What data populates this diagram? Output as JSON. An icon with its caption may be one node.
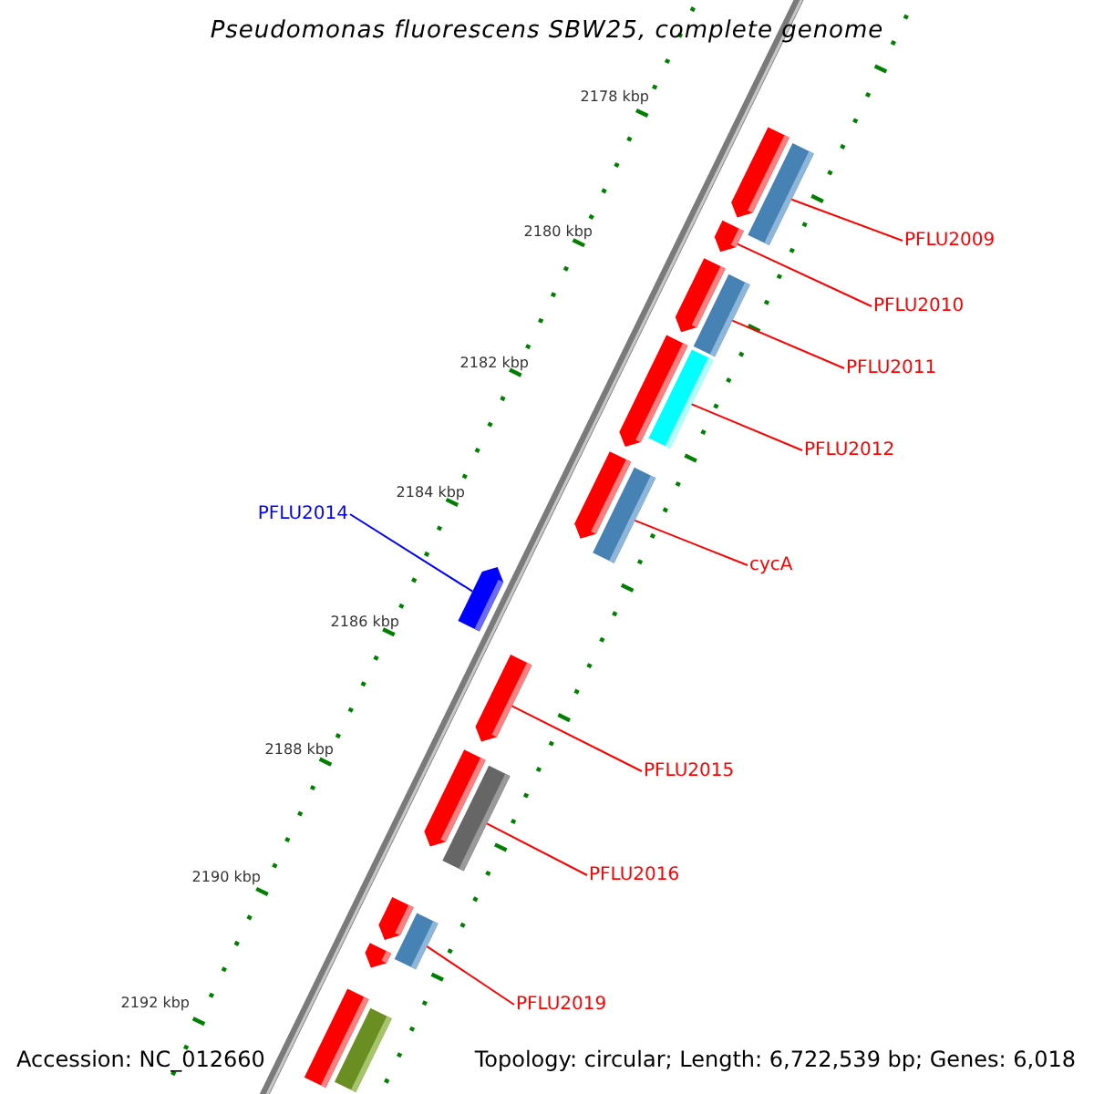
{
  "diagram": {
    "title": "Pseudomonas fluorescens SBW25, complete genome",
    "nodes": [
      {
        "text": [],
        "shape": "bar"
      },
      {
        "text": [],
        "shape": "bar"
      },
      {
        "text": [],
        "shape": "bar"
      },
      {
        "text": [],
        "shape": "bar"
      },
      {
        "text": [],
        "shape": "bar"
      },
      {
        "text": [],
        "shape": "bar"
      },
      {
        "text": [],
        "shape": "bar"
      },
      {
        "text": [],
        "shape": "bar"
      },
      {
        "text": [],
        "shape": "bar"
      },
      {
        "text": [],
        "shape": "bar"
      },
      {
        "text": [],
        "shape": "bar"
      },
      {
        "text": [],
        "shape": "bar"
      },
      {
        "text": [],
        "shape": "bar"
      },
      {
        "text": [],
        "shape": "bar"
      },
      {
        "text": [],
        "shape": "bar"
      },
      {
        "text": [],
        "shape": "bar"
      },
      {
        "text": [],
        "shape": "bar"
      },
      {
        "text": [],
        "shape": "bar"
      },
      {
        "text": [
          "PFLU2009"
        ]
      },
      {
        "text": [
          "PFLU2010"
        ]
      },
      {
        "text": [
          "PFLU2011"
        ]
      },
      {
        "text": [
          "PFLU2012"
        ]
      },
      {
        "text": [
          "PFLU2014"
        ]
      },
      {
        "text": [
          "cycA"
        ]
      },
      {
        "text": [
          "PFLU2015"
        ]
      },
      {
        "text": [
          "PFLU2016"
        ]
      },
      {
        "text": [
          "PFLU2019"
        ]
      }
    ],
    "edges": [
      {
        "from": 18,
        "to": 1,
        "arrow": "none"
      },
      {
        "from": 19,
        "to": 2,
        "arrow": "none"
      },
      {
        "from": 20,
        "to": 4,
        "arrow": "none"
      },
      {
        "from": 21,
        "to": 6,
        "arrow": "none"
      },
      {
        "from": 22,
        "to": 9,
        "arrow": "none",
        "color": "#0000ff"
      },
      {
        "from": 23,
        "to": 8,
        "arrow": "none"
      },
      {
        "from": 24,
        "to": 10,
        "arrow": "none"
      },
      {
        "from": 25,
        "to": 12,
        "arrow": "none"
      },
      {
        "from": 26,
        "to": 14,
        "arrow": "none"
      }
    ],
    "labels": [
      "2178 kbp",
      "2180 kbp",
      "2182 kbp",
      "2184 kbp",
      "2186 kbp",
      "2188 kbp",
      "2190 kbp",
      "2192 kbp",
      "Accession: NC_012660",
      "Topology: circular; Length: 6,722,539 bp; Genes: 6,018"
    ]
  }
}
